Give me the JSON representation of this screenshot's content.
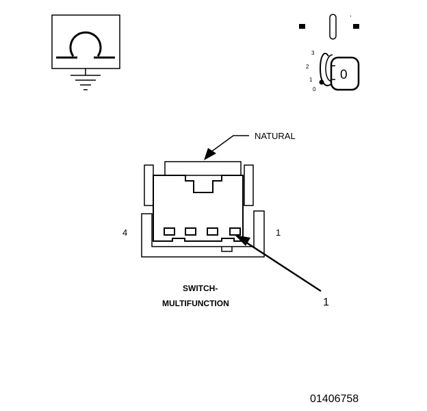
{
  "connector": {
    "color_label": "NATURAL",
    "pin_left": "4",
    "pin_right": "1",
    "name_line1": "SWITCH-",
    "name_line2": "MULTIFUNCTION"
  },
  "callout": {
    "number": "1"
  },
  "key_switch": {
    "positions": [
      "3",
      "2",
      "1",
      "0"
    ],
    "key_label": "0"
  },
  "figure_id": "01406758",
  "icons": [
    "ohmmeter-ground-icon",
    "ignition-key-icon"
  ],
  "colors": {
    "line": "#000000",
    "background": "#ffffff"
  }
}
